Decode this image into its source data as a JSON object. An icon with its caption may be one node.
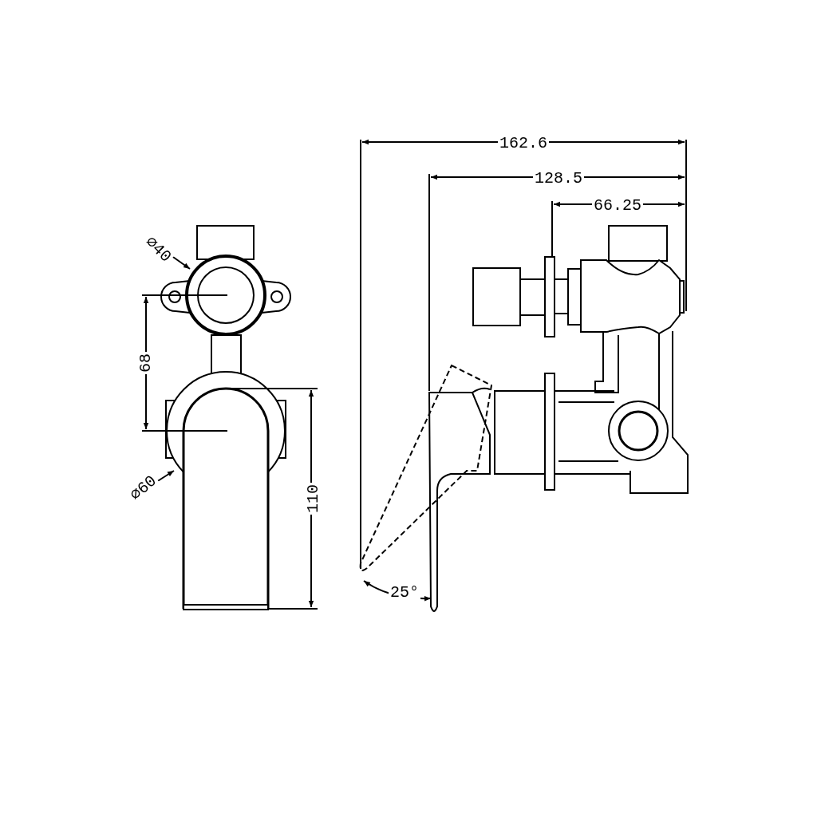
{
  "diagram": {
    "labels": [
      "162.6",
      "128.5",
      "66.25",
      "⌀40",
      "68",
      "⌀60",
      "110",
      "25°"
    ]
  }
}
